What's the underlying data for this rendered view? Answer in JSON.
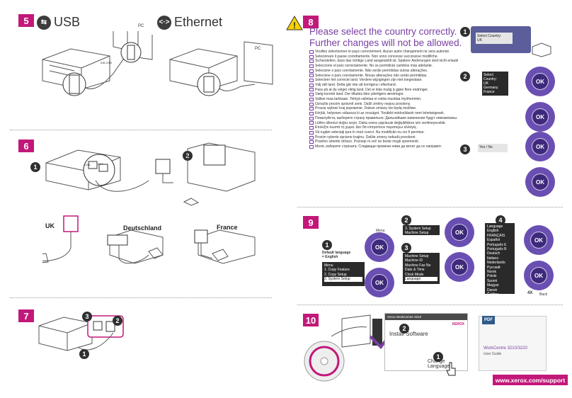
{
  "section5": {
    "num": "5",
    "usb": "USB",
    "ethernet": "Ethernet",
    "pc1": "PC",
    "pc2": "PC",
    "cable": "A/B USB"
  },
  "section6": {
    "num": "6",
    "step1": "1",
    "step2": "2",
    "uk": "UK",
    "de": "Deutschland",
    "fr": "France",
    "line_label": "LINE",
    "ext_label": "EXT"
  },
  "section7": {
    "num": "7",
    "step1": "1",
    "step2": "2",
    "step3": "3"
  },
  "section8": {
    "num": "8",
    "warning_line1": "Please select the country correctly.",
    "warning_line2": "Further changes will not be allowed.",
    "translations": [
      "Veuillez sélectionner le pays correctement. Aucun autre changement ne sera autorisé.",
      "Selezionare il paese correttamente. Non sono concesse successive modifiche.",
      "Sicherstellen, dass das richtige Land ausgewählt ist. Spätere Änderungen sind nicht erlaubt.",
      "Seleccione el país correctamente. No se permitirán cambios más adelante.",
      "Selecione o país corretamente. Não serão permitidas outras alterações.",
      "Selecione o país corretamente. Novas alterações não serão permitidas.",
      "Selecteer het correcte land. Verdere wijzigingen zijn niet toegestaan.",
      "Välj rätt land. Detta går inte att korrigera i efterhand.",
      "Pass på at du velger riktig land. Det er ikke mulig å gjøre flere endringer.",
      "Vælg korrekt land. Der tillades ikke yderligere ændringer.",
      "Valitse maa tarkkaan. Tehtyä valintaa ei voida muuttaa myöhemmin.",
      "Označte prosím správně zemi. Další změny nejsou povoleny.",
      "Proszę wybrać kraj poprawnie. Dalsze zmiany nie będą możliwe.",
      "Kérjük, helyesen válassza ki az országot. További módosítások nem lehetségesek.",
      "Пожалуйста, выберите страну правильно. Дальнейшие изменения будут невозможны.",
      "Lütfen ülkenizi doğru seçin. Daha sonra yapılacak değişikliklere izin verilmeyecektir.",
      "Επιλέξτε σωστά τη χώρα. Δεν θα επιτρέπουν περαιτέρω αλλαγές.",
      "Vă rugăm selectaţi ţara în mod corect. Nu modificări nu vor fi permise.",
      "Prosím vyberte správne krajinu. Ďalšie zmeny nebudú povolené.",
      "Pravilno izberite državo. Poznejе ni več ne boste mogli spremeniti.",
      "Моля, изберете страната. Следващи промени няма да могат да се направят."
    ],
    "step1": "1",
    "step2": "2",
    "step3": "3",
    "lcd1_line1": "Select Country:",
    "lcd1_line2": "UK",
    "lcd2_title": "Select Country:",
    "lcd2_items": [
      "UK",
      "Germany",
      "France"
    ],
    "lcd3": "Yes / No",
    "ok": "OK"
  },
  "section9": {
    "num": "9",
    "step1": "1",
    "step2": "2",
    "step3": "3",
    "step4": "4",
    "default_language_line1": "Default language",
    "default_language_line2": "= English",
    "menu_label": "Menu",
    "menu1_title": "Menu",
    "menu1_items": [
      "1. Copy Feature",
      "2. Copy Setup",
      "3. System Setup"
    ],
    "menu2_title": "3. System Setup",
    "menu2_item": "Machine Setup",
    "menu3_title": "Machine Setup",
    "menu3_items": [
      "Machine ID",
      "Machine Fax No",
      "Date & Time",
      "Clock Mode",
      "Language"
    ],
    "language_title": "Language",
    "languages": [
      "English",
      "FRANÇAIS",
      "Español",
      "Português E",
      "Português B",
      "Deutsch",
      "Italiano",
      "Nederlands",
      "Русский",
      "Norsk",
      "Polski",
      "Suomi",
      "Magyar",
      "Dansk",
      "Čeština",
      "Svenska",
      "Türkçe"
    ],
    "times_label": "4X",
    "back_label": "Back",
    "ok": "OK"
  },
  "section10": {
    "num": "10",
    "step1": "1",
    "step2": "2",
    "window_title": "Xerox WorkCentre 3220",
    "install_software": "Install Software",
    "change_language": "Change Language",
    "brand": "XEROX",
    "product": "WorkCentre 3210/3220",
    "guide": "User Guide",
    "pdf": "PDF"
  },
  "url": "www.xerox.com/support",
  "colors": {
    "accent": "#c2187a",
    "purple": "#7a3fa3",
    "wheel": "#6a4fb3"
  }
}
